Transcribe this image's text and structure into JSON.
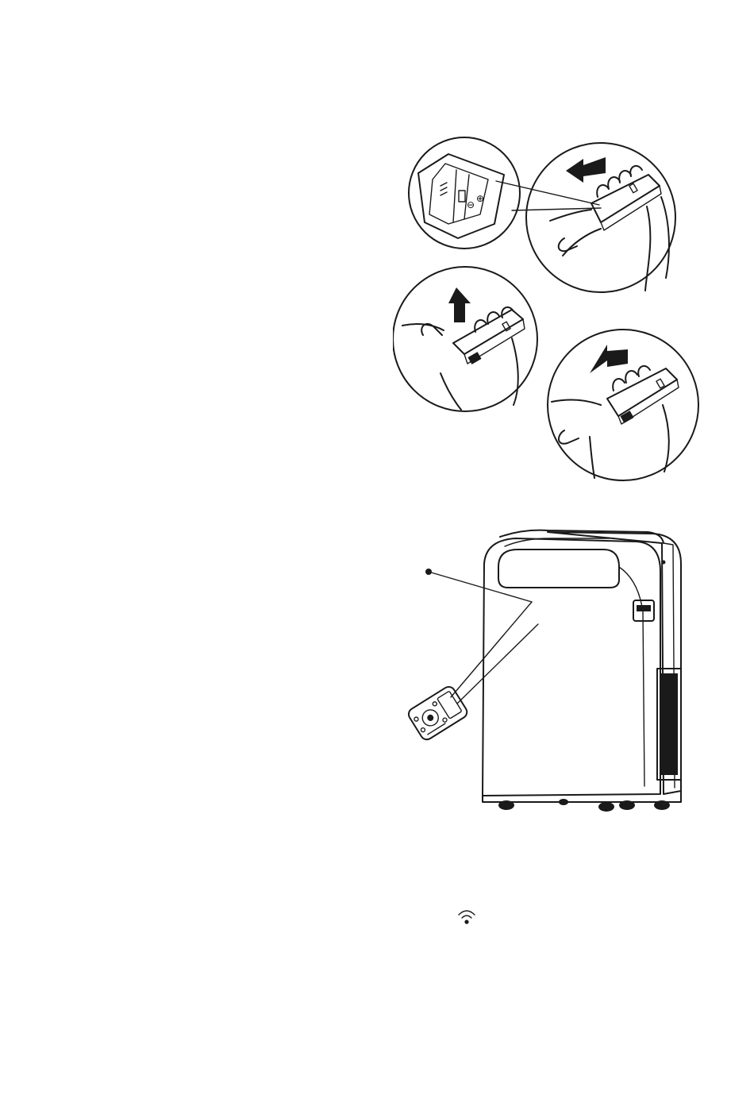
{
  "figures": {
    "battery_steps": {
      "steps": [
        "battery-compartment-detail",
        "slide-cover-off",
        "lift-out",
        "slide-cover-on"
      ],
      "polarity_marks": [
        "⊖",
        "⊕"
      ]
    },
    "remote_operation": {
      "subject": "portable-air-conditioner-with-remote",
      "signal_icon": "wireless-signal-icon"
    }
  },
  "colors": {
    "line": "#1a1a1a",
    "fill_dark": "#2a2a2a",
    "background": "#ffffff"
  }
}
